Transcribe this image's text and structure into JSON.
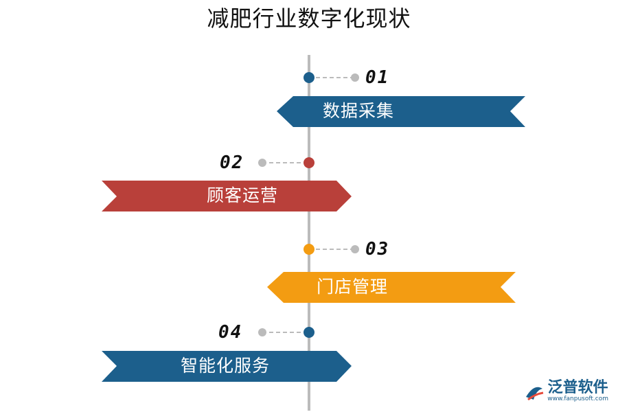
{
  "title": "减肥行业数字化现状",
  "items": [
    {
      "number": "01",
      "label": "数据采集",
      "side": "right",
      "color": "#1c5f8c"
    },
    {
      "number": "02",
      "label": "顾客运营",
      "side": "left",
      "color": "#b9403a"
    },
    {
      "number": "03",
      "label": "门店管理",
      "side": "right",
      "color": "#f39c12"
    },
    {
      "number": "04",
      "label": "智能化服务",
      "side": "left",
      "color": "#1c5f8c"
    }
  ],
  "logo": {
    "name": "泛普软件",
    "url": "www.fanpusoft.com"
  },
  "colors": {
    "axis": "#bbbbbb",
    "connector": "#bbbbbb"
  }
}
